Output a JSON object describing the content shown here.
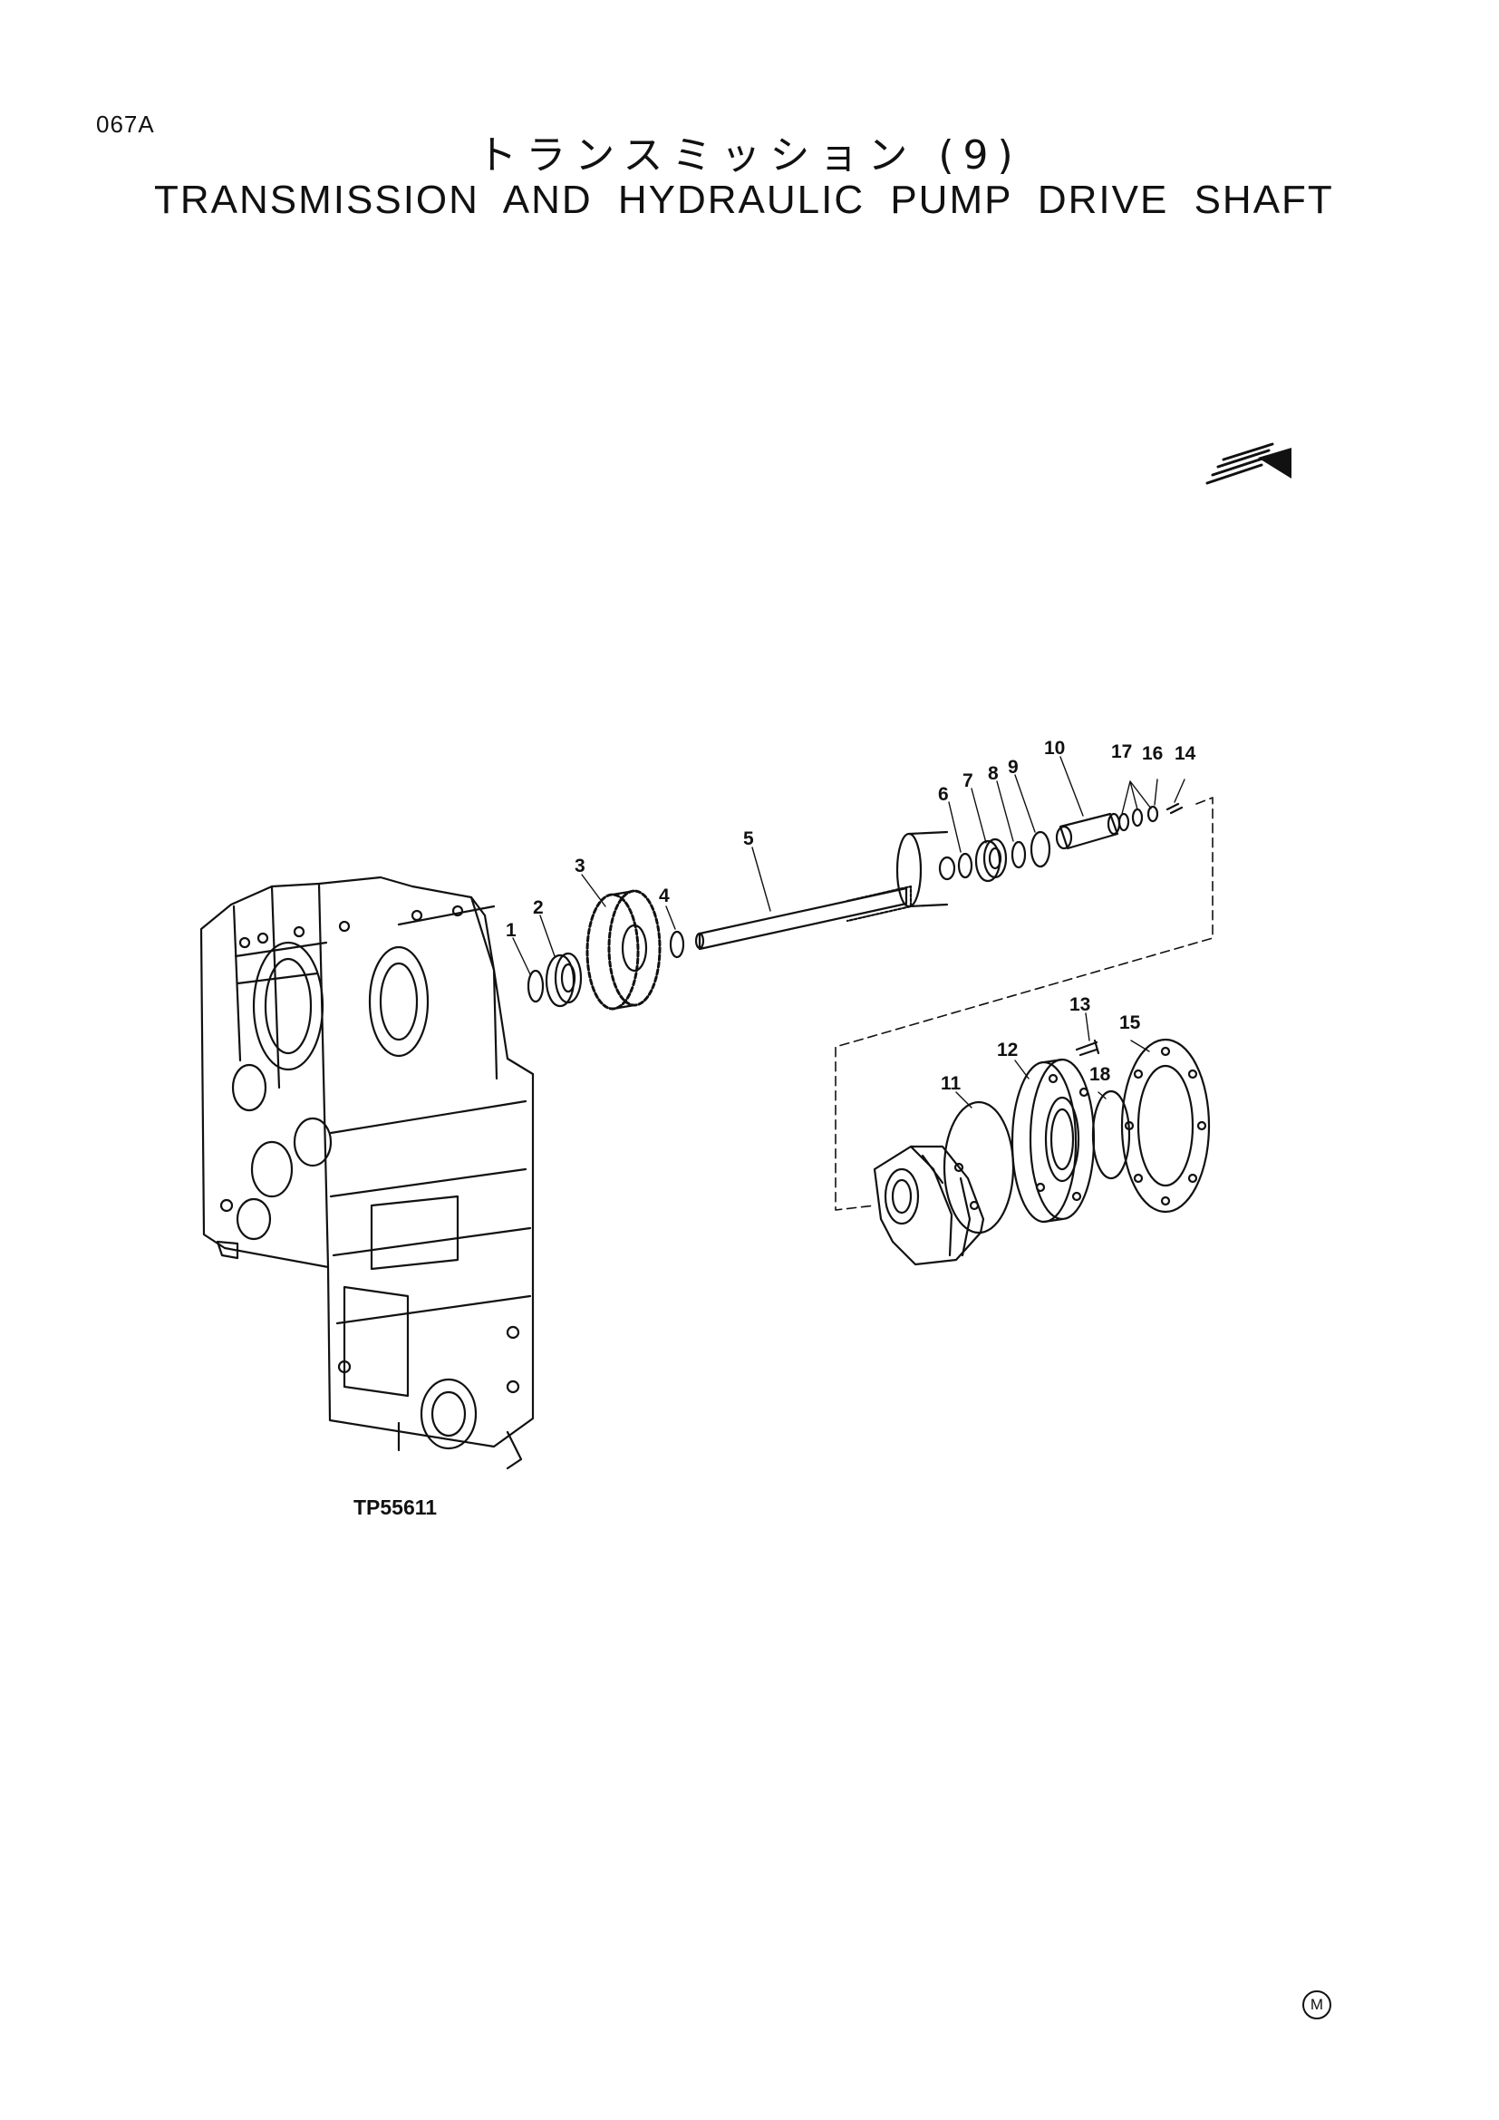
{
  "header": {
    "page_code": "067A",
    "title_jp": "トランスミッション (9)",
    "title_en": "TRANSMISSION AND HYDRAULIC PUMP DRIVE SHAFT"
  },
  "diagram": {
    "callouts": {
      "p1": "1",
      "p2": "2",
      "p3": "3",
      "p4": "4",
      "p5": "5",
      "p6": "6",
      "p7": "7",
      "p8": "8",
      "p9": "9",
      "p10": "10",
      "p11": "11",
      "p12": "12",
      "p13": "13",
      "p14": "14",
      "p15": "15",
      "p16": "16",
      "p17": "17",
      "p18": "18"
    },
    "reference": "TP55611"
  },
  "footer": {
    "mark": "M"
  }
}
